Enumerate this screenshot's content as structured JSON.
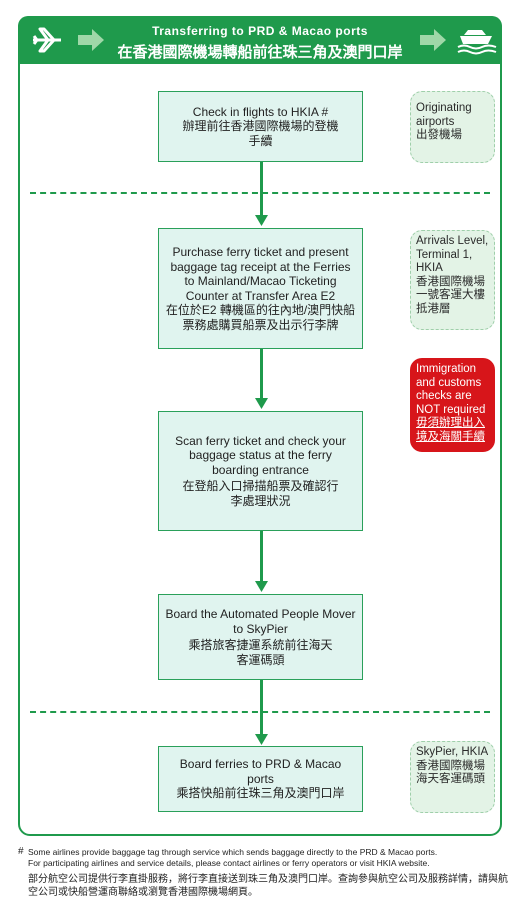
{
  "header": {
    "title_en": "Transferring to PRD & Macao ports",
    "title_zh": "在香港國際機場轉船前往珠三角及澳門口岸"
  },
  "steps": [
    {
      "en": "Check in flights to HKIA #",
      "zh": "辦理前往香港國際機場的登機手續"
    },
    {
      "en": "Purchase ferry ticket and present baggage tag receipt at the Ferries to Mainland/Macao Ticketing Counter at Transfer Area E2",
      "zh": "在位於E2 轉機區的往內地/澳門快船票務處購買船票及出示行李牌"
    },
    {
      "en": "Scan ferry ticket and check your baggage status at the ferry boarding entrance",
      "zh": "在登船入口掃描船票及確認行李處理狀況"
    },
    {
      "en": "Board the Automated People Mover to SkyPier",
      "zh": "乘搭旅客捷運系統前往海天客運碼頭"
    },
    {
      "en": "Board ferries to PRD & Macao ports",
      "zh": "乘搭快船前往珠三角及澳門口岸"
    }
  ],
  "side_notes": {
    "originating": {
      "en": "Originating airports",
      "zh": "出發機場"
    },
    "arrivals": {
      "en": "Arrivals Level, Terminal 1, HKIA",
      "zh": "香港國際機場一號客運大樓抵港層"
    },
    "immigration": {
      "en": "Immigration and customs checks are NOT required",
      "zh": "毋須辦理出入境及海關手續"
    },
    "skypier": {
      "en": "SkyPier, HKIA",
      "zh": "香港國際機場海天客運碼頭"
    }
  },
  "footnote": {
    "mark": "#",
    "en_line1": "Some airlines provide baggage tag through service which sends baggage directly to the PRD & Macao ports.",
    "en_line2": "For participating airlines and service details,  please contact airlines or ferry operators or visit HKIA website.",
    "zh": "部分航空公司提供行李直掛服務，將行李直接送到珠三角及澳門口岸。查詢參與航空公司及服務詳情，請與航空公司或快船營運商聯絡或瀏覽香港國際機場網頁。"
  },
  "colors": {
    "brand_green": "#1f9a4c",
    "step_fill": "#e0f4ef",
    "alert_red": "#d7151a"
  },
  "icons": [
    "airplane-icon",
    "arrow-right-icon",
    "ferry-icon"
  ]
}
